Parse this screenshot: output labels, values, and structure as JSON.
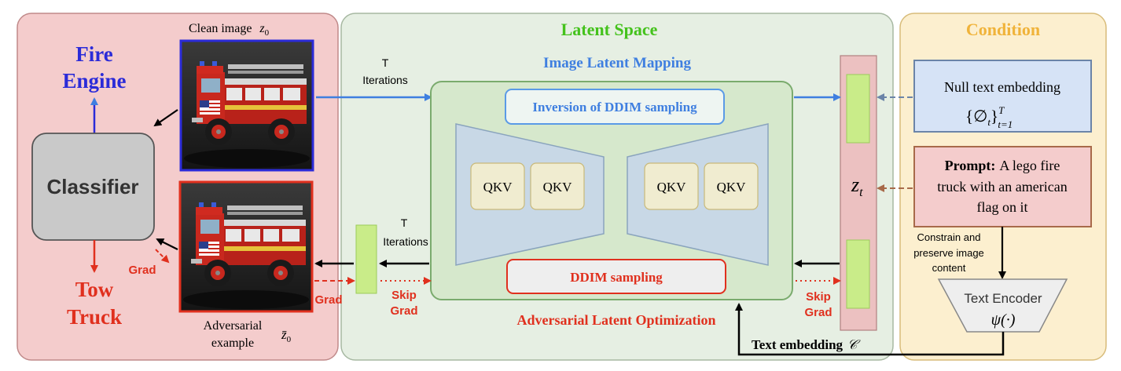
{
  "left_panel": {
    "fire_engine_line1": "Fire",
    "fire_engine_line2": "Engine",
    "tow_truck_line1": "Tow",
    "tow_truck_line2": "Truck",
    "classifier": "Classifier",
    "clean_image_label": "Clean image",
    "clean_image_symbol": "z",
    "clean_image_subscript": "0",
    "adversarial_line1": "Adversarial",
    "adversarial_line2": "example",
    "adversarial_symbol": "z̄",
    "adversarial_subscript": "0",
    "grad_small": "Grad",
    "grad_bottom": "Grad"
  },
  "latent_space": {
    "title": "Latent Space",
    "image_latent_mapping": "Image Latent Mapping",
    "inversion": "Inversion of DDIM sampling",
    "ddim_sampling": "DDIM sampling",
    "adversarial_latent_optimization": "Adversarial Latent Optimization",
    "qkv": [
      "QKV",
      "QKV",
      "QKV",
      "QKV"
    ],
    "top_iterations_t": "T",
    "top_iterations": "Iterations",
    "bottom_iterations_t": "T",
    "bottom_iterations": "Iterations",
    "skip_grad_left_1": "Skip",
    "skip_grad_left_2": "Grad",
    "skip_grad_right_1": "Skip",
    "skip_grad_right_2": "Grad",
    "z_t_symbol": "z",
    "z_t_subscript": "t",
    "text_embedding": "Text embedding",
    "text_embedding_symbol": "𝒞"
  },
  "condition": {
    "title": "Condition",
    "null_text_line1": "Null text embedding",
    "null_text_math": "{∅",
    "null_text_sub": "t",
    "null_text_close": "}",
    "null_text_sup": "T",
    "null_text_range": "t=1",
    "prompt_bold": "Prompt:",
    "prompt_line1": "A lego fire",
    "prompt_line2": "truck with an american",
    "prompt_line3": "flag on it",
    "constrain_line1": "Constrain and",
    "constrain_line2": "preserve image",
    "constrain_line3": "content",
    "text_encoder": "Text Encoder",
    "psi": "ψ(·)"
  },
  "colors": {
    "left_panel_bg": "#f4cccc",
    "latent_panel_bg": "#e6efe3",
    "condition_panel_bg": "#fcefcf",
    "blue": "#3f7fe0",
    "red": "#e0301e",
    "green_title": "#44c21c",
    "orange_title": "#f0b33a",
    "fire_blue": "#2b2bd8"
  },
  "icons": {
    "clean_image": "lego-fire-truck-image",
    "adversarial_image": "lego-fire-truck-image"
  }
}
